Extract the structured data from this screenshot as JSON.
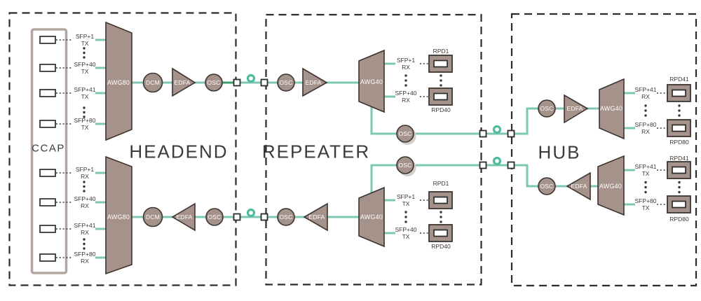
{
  "sections": {
    "headend": {
      "title": "HEADEND"
    },
    "repeater": {
      "title": "REPEATER"
    },
    "hub": {
      "title": "HUB"
    }
  },
  "ccap": {
    "label": "CCAP",
    "downstream_ports": [
      {
        "name": "SFP+1",
        "dir": "TX"
      },
      {
        "name": "SFP+40",
        "dir": "TX"
      },
      {
        "name": "SFP+41",
        "dir": "TX"
      },
      {
        "name": "SFP+80",
        "dir": "TX"
      }
    ],
    "upstream_ports": [
      {
        "name": "SFP+1",
        "dir": "RX"
      },
      {
        "name": "SFP+40",
        "dir": "RX"
      },
      {
        "name": "SFP+41",
        "dir": "RX"
      },
      {
        "name": "SFP+80",
        "dir": "RX"
      }
    ]
  },
  "headend": {
    "downstream": {
      "awg": "AWG80",
      "dcm": "DCM",
      "edfa": "EDFA",
      "osc": "OSC"
    },
    "upstream": {
      "awg": "AWG80",
      "dcm": "DCM",
      "edfa": "EDFA",
      "osc": "OSC"
    }
  },
  "repeater": {
    "downstream": {
      "osc": "OSC",
      "edfa": "EDFA",
      "awg": "AWG40",
      "express_osc": "OSC",
      "ports": [
        {
          "name": "SFP+1",
          "dir": "RX"
        },
        {
          "name": "SFP+40",
          "dir": "RX"
        }
      ],
      "rpds": [
        {
          "label": "RPD1"
        },
        {
          "label": "RPD40"
        }
      ]
    },
    "upstream": {
      "osc": "OSC",
      "edfa": "EDFA",
      "awg": "AWG40",
      "express_osc": "OSC",
      "ports": [
        {
          "name": "SFP+1",
          "dir": "TX"
        },
        {
          "name": "SFP+40",
          "dir": "TX"
        }
      ],
      "rpds": [
        {
          "label": "RPD1"
        },
        {
          "label": "RPD40"
        }
      ]
    }
  },
  "hub": {
    "downstream": {
      "osc": "OSC",
      "edfa": "EDFA",
      "awg": "AWG40",
      "ports": [
        {
          "name": "SFP+41",
          "dir": "RX"
        },
        {
          "name": "SFP+80",
          "dir": "RX"
        }
      ],
      "rpds": [
        {
          "label": "RPD41"
        },
        {
          "label": "RPD80"
        }
      ]
    },
    "upstream": {
      "osc": "OSC",
      "edfa": "EDFA",
      "awg": "AWG40",
      "ports": [
        {
          "name": "SFP+41",
          "dir": "TX"
        },
        {
          "name": "SFP+80",
          "dir": "TX"
        }
      ],
      "rpds": [
        {
          "label": "RPD41"
        },
        {
          "label": "RPD80"
        }
      ]
    }
  },
  "colors": {
    "fiber": "#7cc7b0",
    "fiber_dark": "#3e9c68",
    "connector_ring": "#4fbc9e",
    "component_fill": "#a5928b",
    "component_border": "#3c342f",
    "ccap_border": "#b3a5a0",
    "dash": "#2d2b2a",
    "text": "#3a3836"
  }
}
